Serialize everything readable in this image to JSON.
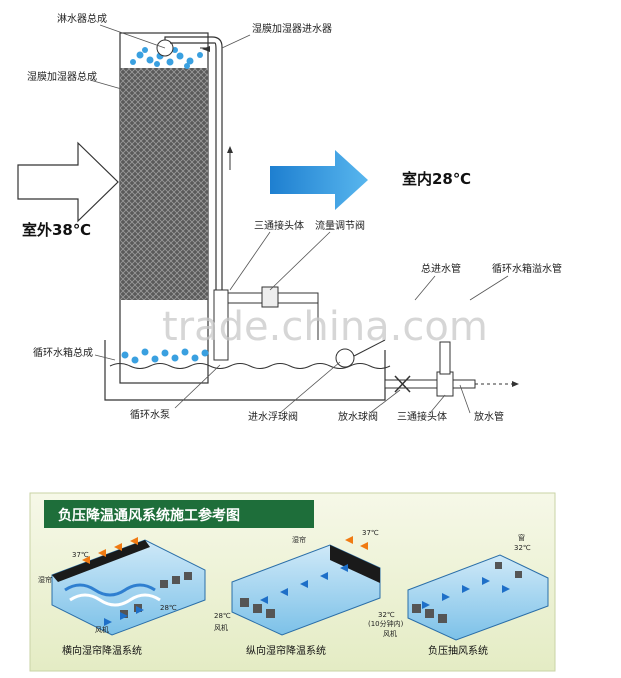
{
  "top_diagram": {
    "labels": {
      "spray_assembly": "淋水器总成",
      "pad_assembly": "湿膜加湿器总成",
      "pad_inlet": "湿膜加湿器进水器",
      "tee_connector_left": "三通接头体",
      "flow_valve": "流量调节阀",
      "main_inlet": "总进水管",
      "overflow_pipe": "循环水箱溢水管",
      "tank_assembly": "循环水箱总成",
      "pump": "循环水泵",
      "float_valve": "进水浮球阀",
      "drain_valve": "放水球阀",
      "tee_connector_right": "三通接头体",
      "drain_pipe": "放水管",
      "outdoor_temp": "室外38℃",
      "indoor_temp": "室内28℃"
    }
  },
  "watermark": "trade.china.com",
  "bottom_panel": {
    "title": "负压降温通风系统施工参考图",
    "systems": [
      {
        "caption": "横向湿帘降温系统",
        "curtain": "湿帘",
        "fan": "风机",
        "temp_out": "37℃",
        "temp_in": "28℃"
      },
      {
        "caption": "纵向湿帘降温系统",
        "curtain": "湿帘",
        "fan": "风机",
        "temp_out": "37℃",
        "temp_in": "28℃"
      },
      {
        "caption": "负压抽风系统",
        "window": "窗",
        "fan": "风机",
        "temp_out": "32℃",
        "temp_in": "32℃",
        "note": "(10分钟内)"
      }
    ]
  },
  "colors": {
    "water_blue": "#3aa0e0",
    "arrow_blue": "#2f8fd6",
    "panel_bg": "#eef3d8",
    "title_bar": "#1e6e3a",
    "pad_dark": "#4a4a4a"
  }
}
